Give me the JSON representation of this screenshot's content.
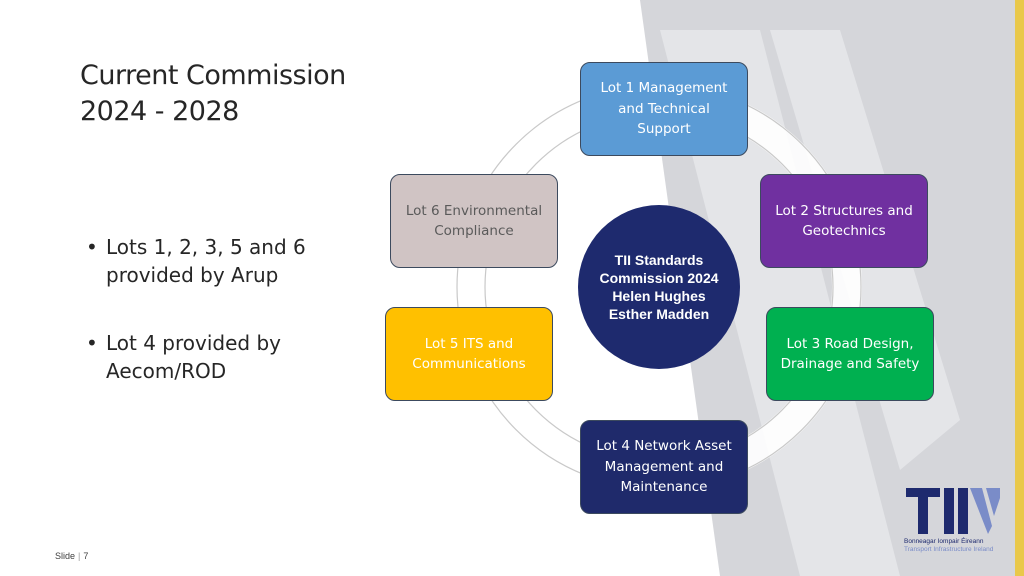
{
  "title": {
    "line1": "Current Commission",
    "line2": "2024 - 2028"
  },
  "bullets": [
    "Lots 1, 2, 3, 5 and 6 provided by Arup",
    "Lot 4 provided by Aecom/ROD"
  ],
  "center": {
    "lines": [
      "TII Standards",
      "Commission 2024",
      "Helen Hughes",
      "Esther Madden"
    ],
    "color": "#1e2a6e"
  },
  "lots": [
    {
      "id": "lot1",
      "lines": [
        "Lot 1 Management",
        "and Technical",
        "Support"
      ],
      "color": "#5b9bd5"
    },
    {
      "id": "lot2",
      "lines": [
        "Lot 2 Structures and",
        "Geotechnics"
      ],
      "color": "#7030a0"
    },
    {
      "id": "lot3",
      "lines": [
        "Lot 3 Road Design,",
        "Drainage and Safety"
      ],
      "color": "#00b050"
    },
    {
      "id": "lot4",
      "lines": [
        "Lot 4 Network Asset",
        "Management and",
        "Maintenance"
      ],
      "color": "#1f2a6b"
    },
    {
      "id": "lot5",
      "lines": [
        "Lot 5 ITS and",
        "Communications"
      ],
      "color": "#ffc000"
    },
    {
      "id": "lot6",
      "lines": [
        "Lot 6 Environmental",
        "Compliance"
      ],
      "color": "#d0c4c4"
    }
  ],
  "logo": {
    "mark": "TII",
    "line1": "Bonneagar Iompair Éireann",
    "line2": "Transport Infrastructure Ireland"
  },
  "footer": {
    "slide_label": "Slide",
    "slide_number": "7"
  }
}
